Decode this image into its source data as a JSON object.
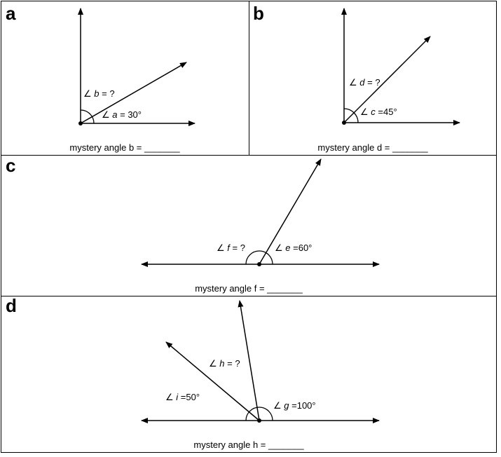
{
  "panels": [
    {
      "letter": "a",
      "labels": [
        {
          "sym": "∠",
          "var": "b",
          "rest": " = ?"
        },
        {
          "sym": "∠",
          "var": "a",
          "rest": " = 30°"
        }
      ],
      "caption": "mystery angle b = _______"
    },
    {
      "letter": "b",
      "labels": [
        {
          "sym": "∠",
          "var": "d",
          "rest": " = ?"
        },
        {
          "sym": "∠",
          "var": "c",
          "rest": " =45°"
        }
      ],
      "caption": "mystery angle d = _______"
    },
    {
      "letter": "c",
      "labels": [
        {
          "sym": "∠",
          "var": "f",
          "rest": " = ?"
        },
        {
          "sym": "∠",
          "var": "e",
          "rest": " =60°"
        }
      ],
      "caption": "mystery angle f = _______"
    },
    {
      "letter": "d",
      "labels": [
        {
          "sym": "∠",
          "var": "h",
          "rest": " = ?"
        },
        {
          "sym": "∠",
          "var": "i",
          "rest": " =50°"
        },
        {
          "sym": "∠",
          "var": "g",
          "rest": " =100°"
        }
      ],
      "caption": "mystery angle h = _______"
    }
  ]
}
